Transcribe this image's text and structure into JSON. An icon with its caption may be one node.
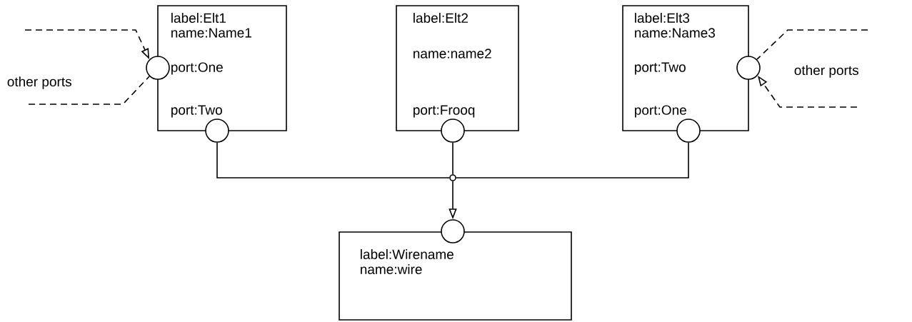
{
  "diagram": {
    "nodes": [
      {
        "text": [
          "label:Elt1",
          "name:Name1",
          "port:One",
          "port:Two"
        ]
      },
      {
        "text": [],
        "shape": "circle"
      },
      {
        "text": [],
        "shape": "circle"
      },
      {
        "text": [
          "label:Elt2",
          "name:name2",
          "port:Frooq"
        ]
      },
      {
        "text": [],
        "shape": "circle"
      },
      {
        "text": [
          "label:Elt3",
          "name:Name3",
          "port:Two",
          "port:One"
        ]
      },
      {
        "text": [],
        "shape": "circle"
      },
      {
        "text": [],
        "shape": "circle"
      },
      {
        "text": [],
        "shape": "circle"
      },
      {
        "text": [
          "label:Wirename",
          "name:wire"
        ]
      },
      {
        "text": [],
        "shape": "circle"
      }
    ],
    "edges": [
      {
        "from": 2,
        "to": 8,
        "arrow": "none"
      },
      {
        "from": 4,
        "to": 8,
        "arrow": "none"
      },
      {
        "from": 7,
        "to": 8,
        "arrow": "none"
      },
      {
        "from": 8,
        "to": 10,
        "arrow": "to"
      },
      {
        "from": null,
        "to": 1,
        "arrow": "to",
        "style": "dashed"
      },
      {
        "from": null,
        "to": 1,
        "arrow": "none",
        "style": "dashed"
      },
      {
        "from": null,
        "to": 6,
        "arrow": "none",
        "style": "dashed"
      },
      {
        "from": null,
        "to": 6,
        "arrow": "to",
        "style": "dashed"
      }
    ],
    "labels": [
      "other ports",
      "other ports"
    ]
  }
}
